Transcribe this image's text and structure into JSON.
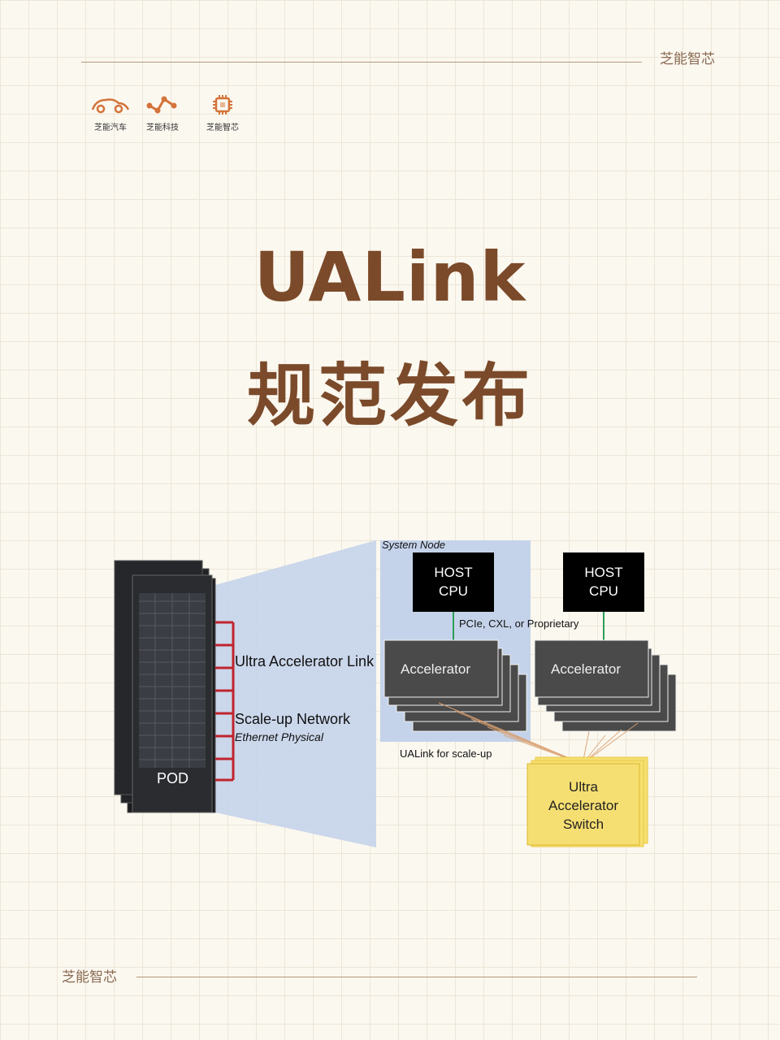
{
  "header": {
    "brand": "芝能智芯"
  },
  "logos": [
    {
      "label": "芝能汽车",
      "icon": "car-icon"
    },
    {
      "label": "芝能科技",
      "icon": "network-nodes-icon"
    },
    {
      "label": "芝能智芯",
      "icon": "chip-icon"
    }
  ],
  "title": {
    "line1": "UALink",
    "line2": "规范发布"
  },
  "diagram": {
    "pod_label": "POD",
    "ua_link_label": "Ultra Accelerator Link",
    "scaleup_label": "Scale-up Network",
    "ethernet_label": "Ethernet Physical",
    "system_node_label": "System Node",
    "host_cpu_1": [
      "HOST",
      "CPU"
    ],
    "host_cpu_2": [
      "HOST",
      "CPU"
    ],
    "pcie_label": "PCIe, CXL, or Proprietary",
    "accelerator_1": "Accelerator",
    "accelerator_2": "Accelerator",
    "ualink_scaleup_label": "UALink for scale-up",
    "switch_label": [
      "Ultra",
      "Accelerator",
      "Switch"
    ]
  },
  "footer": {
    "brand": "芝能智芯"
  },
  "colors": {
    "title": "#7b4a2a",
    "accent": "#d4955a",
    "node_bg": "#c5d3ea",
    "switch": "#f6df72"
  }
}
